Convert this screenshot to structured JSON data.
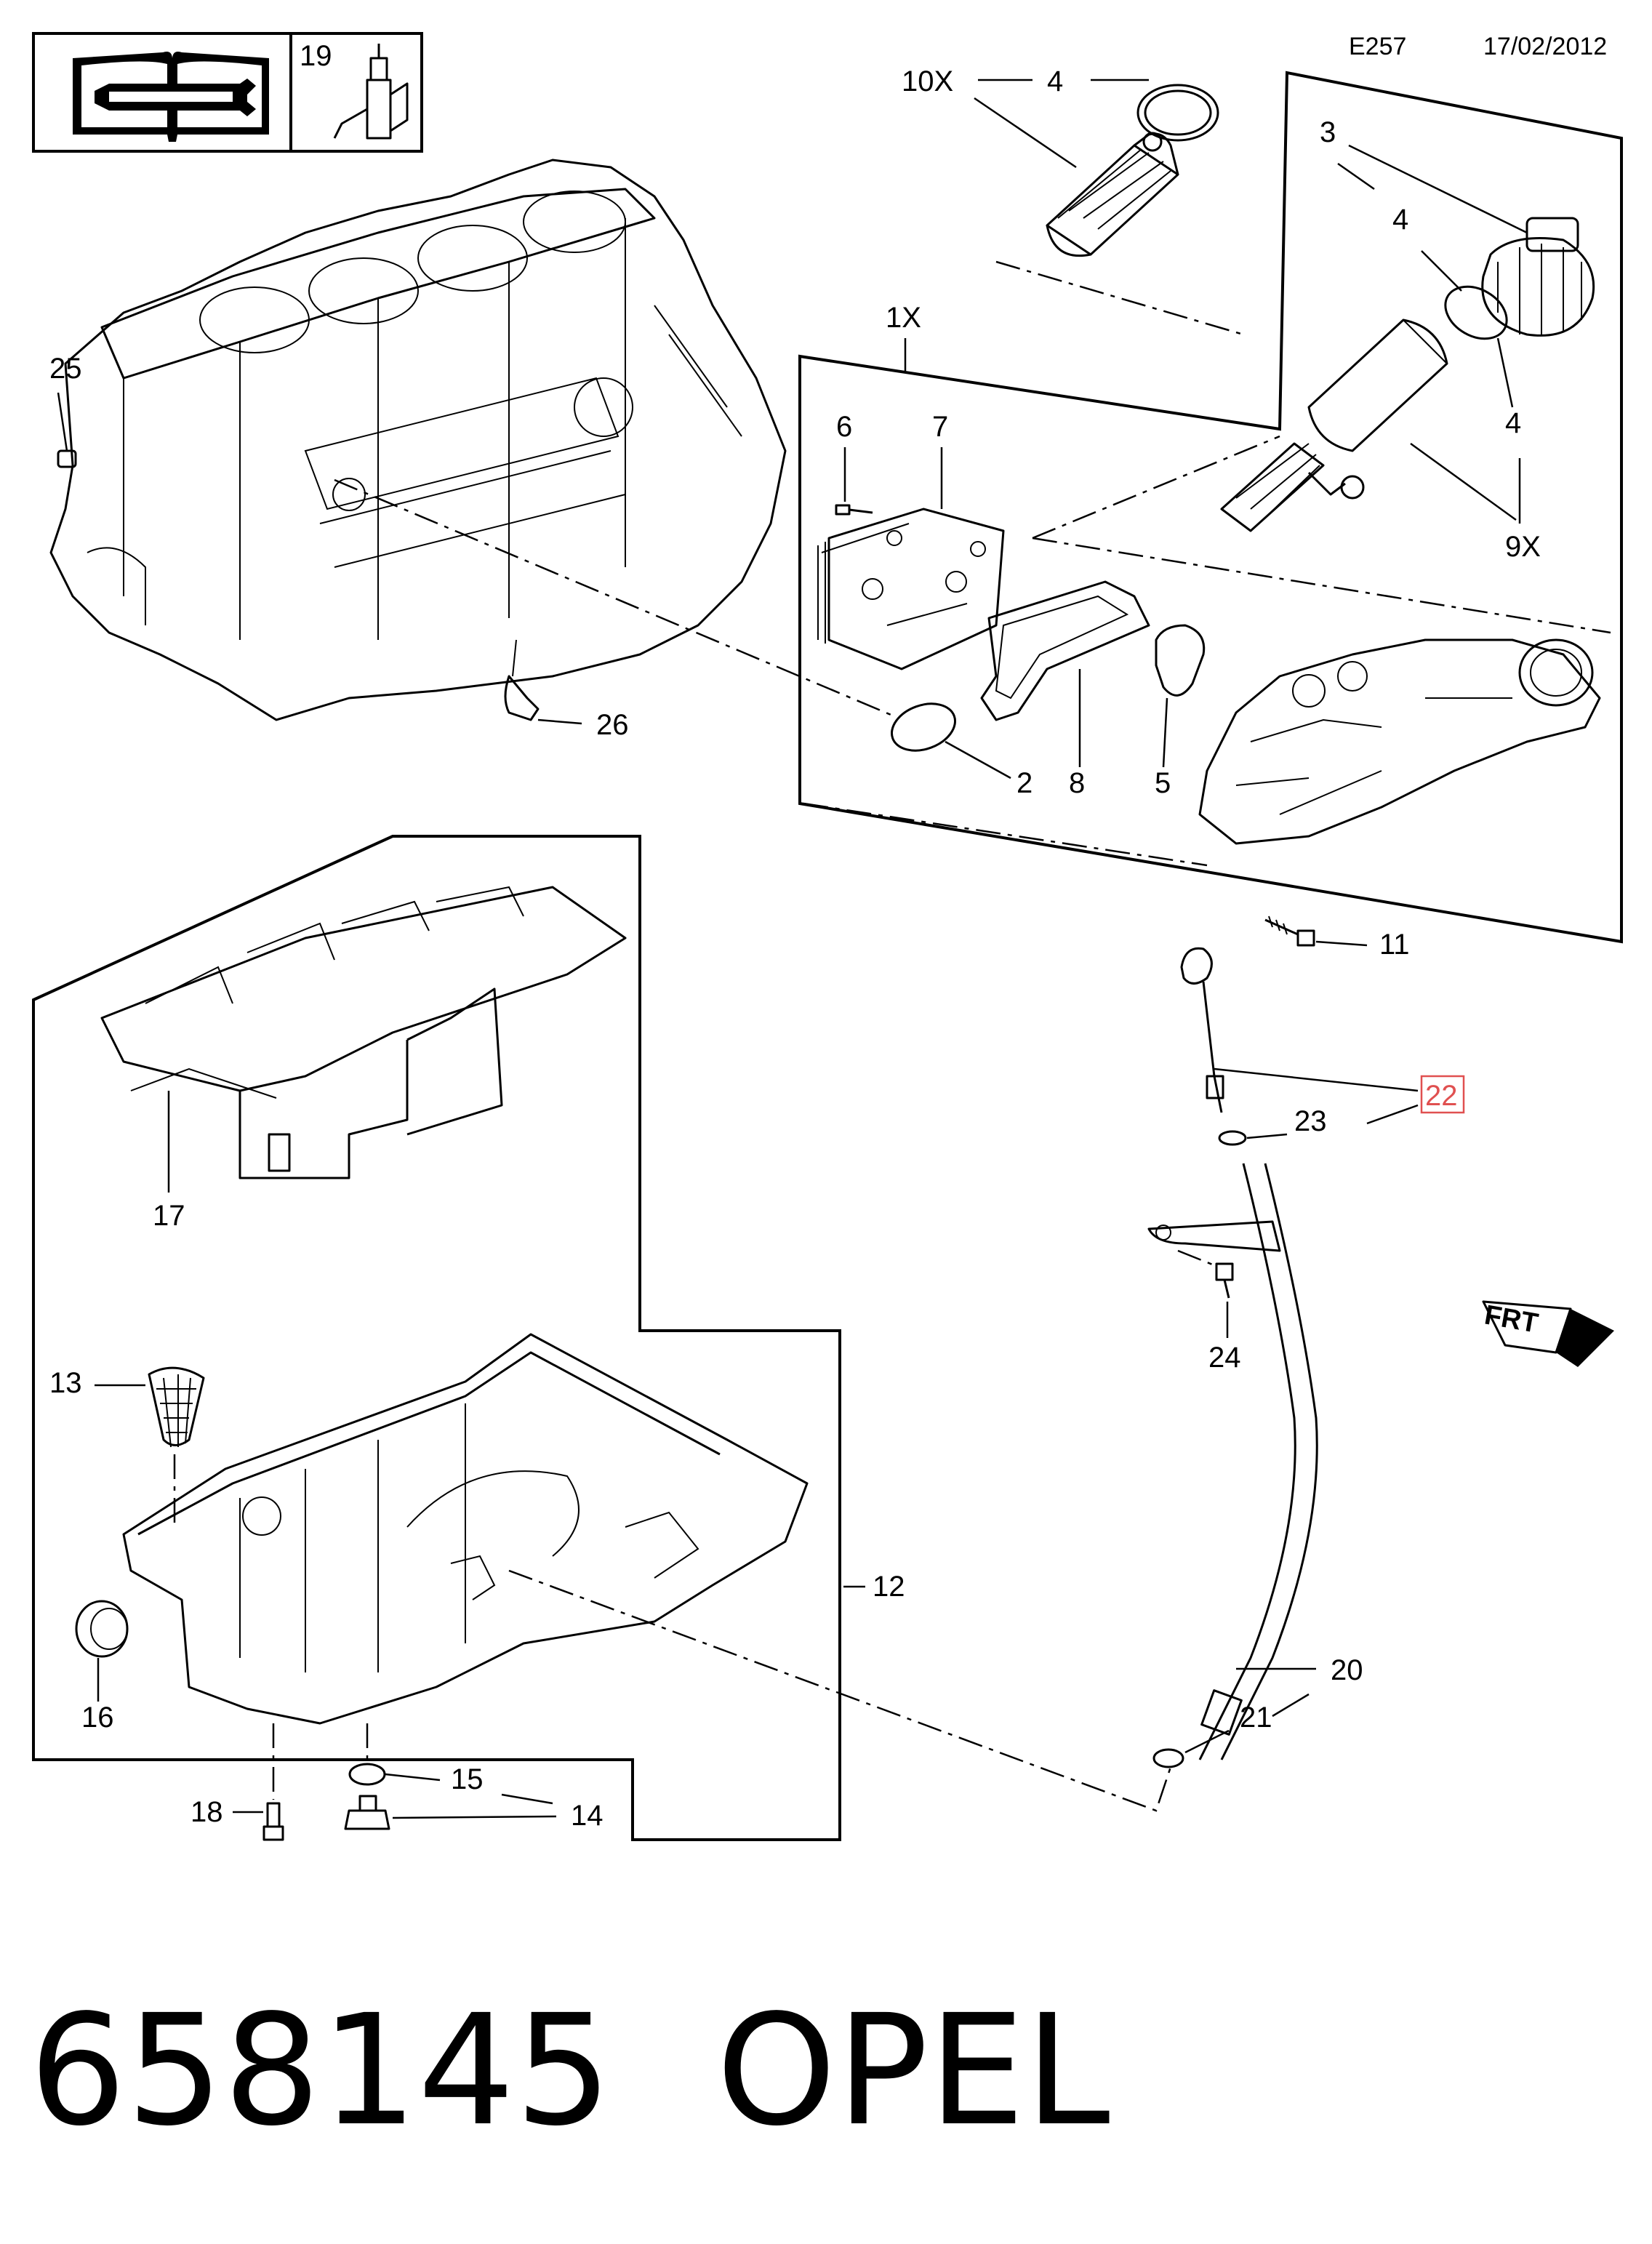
{
  "header": {
    "diagram_code": "E257",
    "date": "17/02/2012"
  },
  "legend": {
    "manual_icon": "repair-manual-icon",
    "adhesive_number": "19",
    "adhesive_icon": "sealant-tube-icon"
  },
  "callouts": {
    "c10x": "10X",
    "c4a": "4",
    "c3": "3",
    "c4b": "4",
    "c4c": "4",
    "c9x": "9X",
    "c1x": "1X",
    "c6": "6",
    "c7": "7",
    "c2": "2",
    "c8": "8",
    "c5": "5",
    "c25": "25",
    "c26": "26",
    "c11": "11",
    "c22": "22",
    "c23": "23",
    "c24": "24",
    "c17": "17",
    "c13": "13",
    "c12": "12",
    "c16": "16",
    "c15": "15",
    "c14": "14",
    "c18": "18",
    "c20": "20",
    "c21": "21"
  },
  "highlight_color": "#e05050",
  "direction_marker": "FRT",
  "footer": {
    "part_number": "658145",
    "brand": "OPEL"
  }
}
